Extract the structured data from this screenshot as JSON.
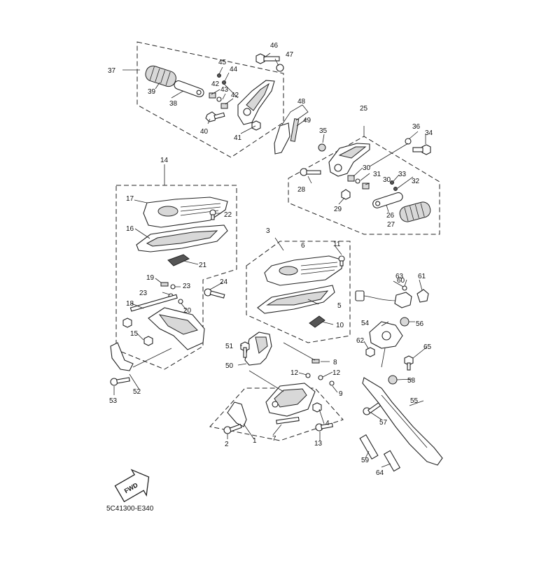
{
  "diagram": {
    "code": "5C41300-E340",
    "fwd_label": "FWD",
    "callouts": {
      "c1": "1",
      "c2": "2",
      "c3": "3",
      "c4": "4",
      "c5": "5",
      "c6": "6",
      "c7": "7",
      "c8": "8",
      "c9": "9",
      "c10": "10",
      "c11": "11",
      "c12a": "12",
      "c12b": "12",
      "c13": "13",
      "c14": "14",
      "c15": "15",
      "c16": "16",
      "c17": "17",
      "c18": "18",
      "c19": "19",
      "c20": "20",
      "c21": "21",
      "c22": "22",
      "c23a": "23",
      "c23b": "23",
      "c24": "24",
      "c25": "25",
      "c26": "26",
      "c27": "27",
      "c28": "28",
      "c29": "29",
      "c30a": "30",
      "c30b": "30",
      "c31": "31",
      "c32": "32",
      "c33": "33",
      "c34": "34",
      "c35": "35",
      "c36": "36",
      "c37": "37",
      "c38": "38",
      "c39": "39",
      "c40": "40",
      "c41": "41",
      "c42a": "42",
      "c42b": "42",
      "c43": "43",
      "c44": "44",
      "c45": "45",
      "c46": "46",
      "c47": "47",
      "c48": "48",
      "c49": "49",
      "c50": "50",
      "c51": "51",
      "c52": "52",
      "c53": "53",
      "c54": "54",
      "c55": "55",
      "c56": "56",
      "c57": "57",
      "c58": "58",
      "c59": "59",
      "c60": "60",
      "c61": "61",
      "c62": "62",
      "c63": "63",
      "c64": "64",
      "c65": "65"
    }
  }
}
